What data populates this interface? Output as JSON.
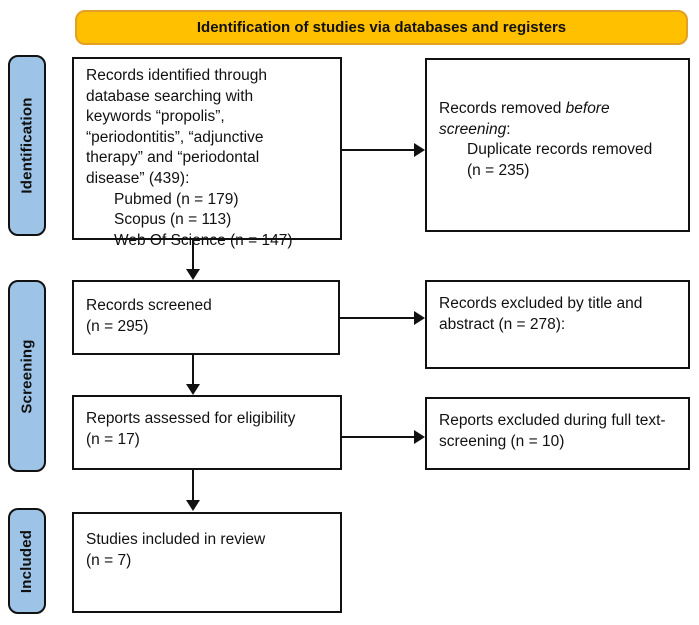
{
  "colors": {
    "header_fill": "#FFC000",
    "header_border": "#E3A026",
    "stage_fill": "#9DC3E6",
    "ink": "#111111"
  },
  "header": {
    "title": "Identification of studies via databases and registers"
  },
  "stages": {
    "identification": "Identification",
    "screening": "Screening",
    "included": "Included"
  },
  "boxes": {
    "identified": {
      "lines": [
        "Records identified through",
        "database searching with",
        "keywords “propolis”,",
        "“periodontitis”, “adjunctive",
        "therapy” and “periodontal",
        "disease” (439):"
      ],
      "sub": [
        "Pubmed (n = 179)",
        "Scopus (n = 113)",
        "Web Of Science (n = 147)"
      ]
    },
    "removed": {
      "pre": "Records removed ",
      "italic_line1": "before",
      "italic_line2": "screening",
      "post": ":",
      "sub": [
        "Duplicate records removed",
        "(n = 235)"
      ]
    },
    "screened": {
      "lines": [
        "Records screened",
        "(n = 295)"
      ]
    },
    "excluded_title": {
      "lines": [
        "Records excluded by title and",
        "abstract (n = 278):"
      ]
    },
    "assessed": {
      "lines": [
        "Reports assessed for eligibility",
        "(n = 17)"
      ]
    },
    "excluded_fulltext": {
      "lines": [
        "Reports excluded during full text-",
        "screening (n = 10)"
      ]
    },
    "included": {
      "lines": [
        "Studies included in review",
        "(n = 7)"
      ]
    }
  }
}
